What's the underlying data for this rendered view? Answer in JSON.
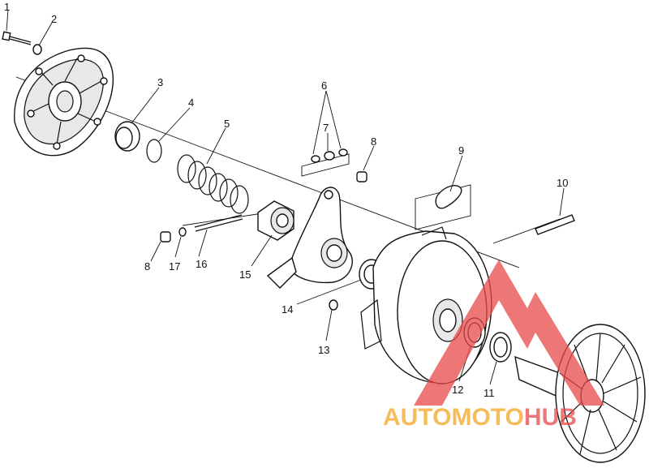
{
  "callouts": [
    {
      "id": "c1",
      "label": "1"
    },
    {
      "id": "c2",
      "label": "2"
    },
    {
      "id": "c3",
      "label": "3"
    },
    {
      "id": "c4",
      "label": "4"
    },
    {
      "id": "c5",
      "label": "5"
    },
    {
      "id": "c6",
      "label": "6"
    },
    {
      "id": "c7",
      "label": "7"
    },
    {
      "id": "c8a",
      "label": "8"
    },
    {
      "id": "c8b",
      "label": "8"
    },
    {
      "id": "c9",
      "label": "9"
    },
    {
      "id": "c10",
      "label": "10"
    },
    {
      "id": "c11",
      "label": "11"
    },
    {
      "id": "c12",
      "label": "12"
    },
    {
      "id": "c13",
      "label": "13"
    },
    {
      "id": "c14",
      "label": "14"
    },
    {
      "id": "c15",
      "label": "15"
    },
    {
      "id": "c16",
      "label": "16"
    },
    {
      "id": "c17",
      "label": "17"
    }
  ],
  "watermark": {
    "part1": "AUTOMOTO",
    "part2": "HUB",
    "color_orange": "#f5a623",
    "color_red": "#e84a4a"
  }
}
